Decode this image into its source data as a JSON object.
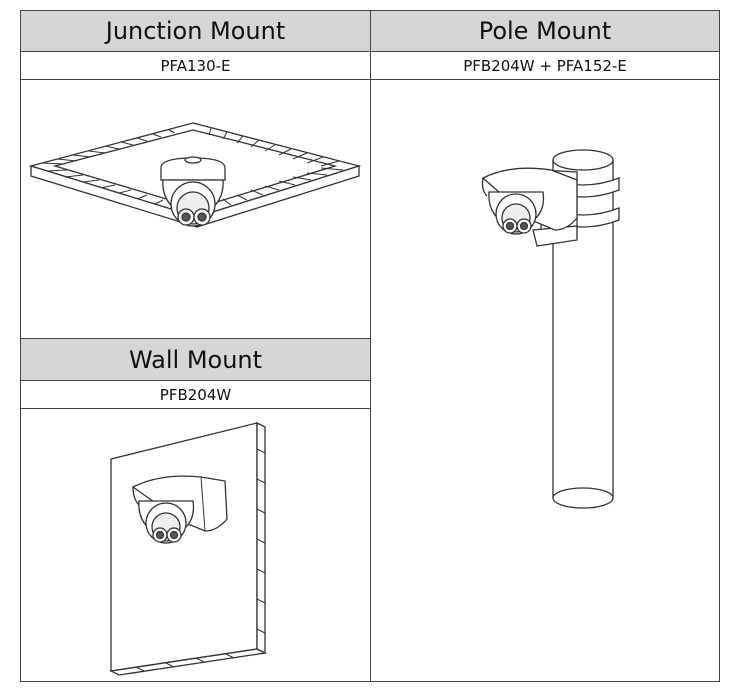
{
  "junction": {
    "title": "Junction Mount",
    "model": "PFA130-E"
  },
  "pole": {
    "title": "Pole Mount",
    "model": "PFB204W + PFA152-E"
  },
  "wall": {
    "title": "Wall Mount",
    "model": "PFB204W"
  },
  "colors": {
    "header_bg": "#d6d6d6",
    "line": "#444444"
  }
}
